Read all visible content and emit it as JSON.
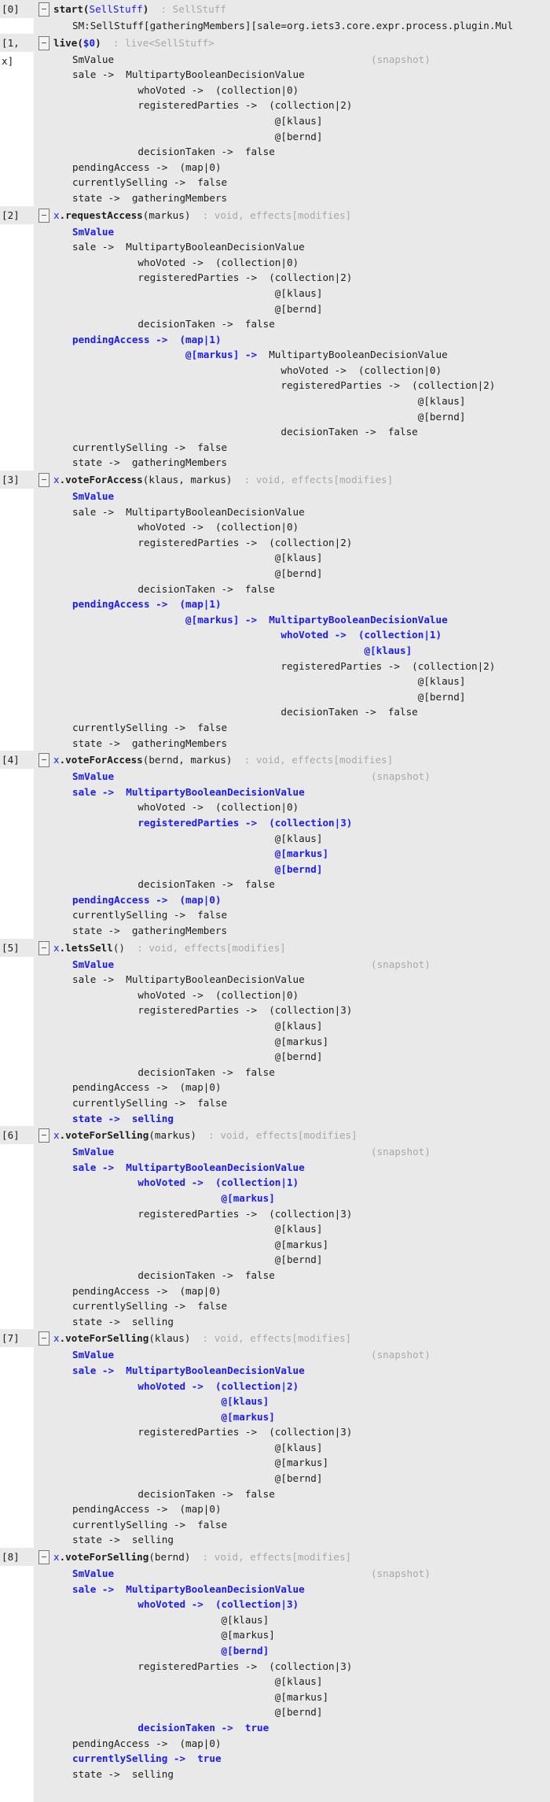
{
  "snapshot_label": "(snapshot)",
  "records": [
    {
      "label": "[0]",
      "header": [
        [
          "start(",
          "b"
        ],
        [
          "SellStuff",
          "k"
        ],
        [
          ")",
          "b"
        ],
        [
          "  : SellStuff",
          "g"
        ]
      ],
      "snapshot": false,
      "lines": [
        [
          [
            "SM:SellStuff[gatheringMembers][sale=org.iets3.core.expr.process.plugin.Mul",
            "n"
          ]
        ]
      ]
    },
    {
      "label": "[1, x]",
      "header": [
        [
          "live(",
          "b"
        ],
        [
          "$0",
          "h"
        ],
        [
          ")",
          "b"
        ],
        [
          "  : live<SellStuff>",
          "g"
        ]
      ],
      "snapshot": true,
      "lines": [
        [
          [
            "SmValue",
            "n"
          ]
        ],
        [
          [
            "sale ->  MultipartyBooleanDecisionValue",
            "n"
          ]
        ],
        [
          [
            "           whoVoted ->  (collection|0)",
            "n"
          ]
        ],
        [
          [
            "           registeredParties ->  (collection|2)",
            "n"
          ]
        ],
        [
          [
            "                                  @[klaus]",
            "n"
          ]
        ],
        [
          [
            "                                  @[bernd]",
            "n"
          ]
        ],
        [
          [
            "           decisionTaken ->  false",
            "n"
          ]
        ],
        [
          [
            "pendingAccess ->  (map|0)",
            "n"
          ]
        ],
        [
          [
            "currentlySelling ->  false",
            "n"
          ]
        ],
        [
          [
            "state ->  gatheringMembers",
            "n"
          ]
        ]
      ]
    },
    {
      "label": "[2]",
      "header": [
        [
          "x",
          "k"
        ],
        [
          ".requestAccess",
          "b"
        ],
        [
          "(markus)",
          "n"
        ],
        [
          "  : void, effects[modifies]",
          "g"
        ]
      ],
      "snapshot": false,
      "lines": [
        [
          [
            "SmValue",
            "h"
          ]
        ],
        [
          [
            "sale ->  MultipartyBooleanDecisionValue",
            "n"
          ]
        ],
        [
          [
            "           whoVoted ->  (collection|0)",
            "n"
          ]
        ],
        [
          [
            "           registeredParties ->  (collection|2)",
            "n"
          ]
        ],
        [
          [
            "                                  @[klaus]",
            "n"
          ]
        ],
        [
          [
            "                                  @[bernd]",
            "n"
          ]
        ],
        [
          [
            "           decisionTaken ->  false",
            "n"
          ]
        ],
        [
          [
            "pendingAccess ->  (map|1)",
            "h"
          ]
        ],
        [
          [
            "                   @[markus] ->  ",
            "h"
          ],
          [
            "MultipartyBooleanDecisionValue",
            "n"
          ]
        ],
        [
          [
            "                                   whoVoted ->  (collection|0)",
            "n"
          ]
        ],
        [
          [
            "                                   registeredParties ->  (collection|2)",
            "n"
          ]
        ],
        [
          [
            "                                                          @[klaus]",
            "n"
          ]
        ],
        [
          [
            "                                                          @[bernd]",
            "n"
          ]
        ],
        [
          [
            "                                   decisionTaken ->  false",
            "n"
          ]
        ],
        [
          [
            "currentlySelling ->  false",
            "n"
          ]
        ],
        [
          [
            "state ->  gatheringMembers",
            "n"
          ]
        ]
      ]
    },
    {
      "label": "[3]",
      "header": [
        [
          "x",
          "k"
        ],
        [
          ".voteForAccess",
          "b"
        ],
        [
          "(klaus, markus)",
          "n"
        ],
        [
          "  : void, effects[modifies]",
          "g"
        ]
      ],
      "snapshot": false,
      "lines": [
        [
          [
            "SmValue",
            "h"
          ]
        ],
        [
          [
            "sale ->  MultipartyBooleanDecisionValue",
            "n"
          ]
        ],
        [
          [
            "           whoVoted ->  (collection|0)",
            "n"
          ]
        ],
        [
          [
            "           registeredParties ->  (collection|2)",
            "n"
          ]
        ],
        [
          [
            "                                  @[klaus]",
            "n"
          ]
        ],
        [
          [
            "                                  @[bernd]",
            "n"
          ]
        ],
        [
          [
            "           decisionTaken ->  false",
            "n"
          ]
        ],
        [
          [
            "pendingAccess ->  (map|1)",
            "h"
          ]
        ],
        [
          [
            "                   @[markus] ->  MultipartyBooleanDecisionValue",
            "h"
          ]
        ],
        [
          [
            "                                   whoVoted ->  (collection|1)",
            "h"
          ]
        ],
        [
          [
            "                                                 @[klaus]",
            "h"
          ]
        ],
        [
          [
            "                                   registeredParties ->  (collection|2)",
            "n"
          ]
        ],
        [
          [
            "                                                          @[klaus]",
            "n"
          ]
        ],
        [
          [
            "                                                          @[bernd]",
            "n"
          ]
        ],
        [
          [
            "                                   decisionTaken ->  false",
            "n"
          ]
        ],
        [
          [
            "currentlySelling ->  false",
            "n"
          ]
        ],
        [
          [
            "state ->  gatheringMembers",
            "n"
          ]
        ]
      ]
    },
    {
      "label": "[4]",
      "header": [
        [
          "x",
          "k"
        ],
        [
          ".voteForAccess",
          "b"
        ],
        [
          "(bernd, markus)",
          "n"
        ],
        [
          "  : void, effects[modifies]",
          "g"
        ]
      ],
      "snapshot": true,
      "lines": [
        [
          [
            "SmValue",
            "h"
          ]
        ],
        [
          [
            "sale ->  MultipartyBooleanDecisionValue",
            "h"
          ]
        ],
        [
          [
            "           whoVoted ->  (collection|0)",
            "n"
          ]
        ],
        [
          [
            "           registeredParties ->  (collection|3)",
            "h"
          ]
        ],
        [
          [
            "                                  @[klaus]",
            "n"
          ]
        ],
        [
          [
            "                                  @[markus]",
            "h"
          ]
        ],
        [
          [
            "                                  @[bernd]",
            "h"
          ]
        ],
        [
          [
            "           decisionTaken ->  false",
            "n"
          ]
        ],
        [
          [
            "pendingAccess ->  (map|0)",
            "h"
          ]
        ],
        [
          [
            "currentlySelling ->  false",
            "n"
          ]
        ],
        [
          [
            "state ->  gatheringMembers",
            "n"
          ]
        ]
      ]
    },
    {
      "label": "[5]",
      "header": [
        [
          "x",
          "k"
        ],
        [
          ".letsSell",
          "b"
        ],
        [
          "()",
          "n"
        ],
        [
          "  : void, effects[modifies]",
          "g"
        ]
      ],
      "snapshot": true,
      "lines": [
        [
          [
            "SmValue",
            "h"
          ]
        ],
        [
          [
            "sale ->  MultipartyBooleanDecisionValue",
            "n"
          ]
        ],
        [
          [
            "           whoVoted ->  (collection|0)",
            "n"
          ]
        ],
        [
          [
            "           registeredParties ->  (collection|3)",
            "n"
          ]
        ],
        [
          [
            "                                  @[klaus]",
            "n"
          ]
        ],
        [
          [
            "                                  @[markus]",
            "n"
          ]
        ],
        [
          [
            "                                  @[bernd]",
            "n"
          ]
        ],
        [
          [
            "           decisionTaken ->  false",
            "n"
          ]
        ],
        [
          [
            "pendingAccess ->  (map|0)",
            "n"
          ]
        ],
        [
          [
            "currentlySelling ->  false",
            "n"
          ]
        ],
        [
          [
            "state ->  selling",
            "h"
          ]
        ]
      ]
    },
    {
      "label": "[6]",
      "header": [
        [
          "x",
          "k"
        ],
        [
          ".voteForSelling",
          "b"
        ],
        [
          "(markus)",
          "n"
        ],
        [
          "  : void, effects[modifies]",
          "g"
        ]
      ],
      "snapshot": true,
      "lines": [
        [
          [
            "SmValue",
            "h"
          ]
        ],
        [
          [
            "sale ->  MultipartyBooleanDecisionValue",
            "h"
          ]
        ],
        [
          [
            "           whoVoted ->  (collection|1)",
            "h"
          ]
        ],
        [
          [
            "                         @[markus]",
            "h"
          ]
        ],
        [
          [
            "           registeredParties ->  (collection|3)",
            "n"
          ]
        ],
        [
          [
            "                                  @[klaus]",
            "n"
          ]
        ],
        [
          [
            "                                  @[markus]",
            "n"
          ]
        ],
        [
          [
            "                                  @[bernd]",
            "n"
          ]
        ],
        [
          [
            "           decisionTaken ->  false",
            "n"
          ]
        ],
        [
          [
            "pendingAccess ->  (map|0)",
            "n"
          ]
        ],
        [
          [
            "currentlySelling ->  false",
            "n"
          ]
        ],
        [
          [
            "state ->  selling",
            "n"
          ]
        ]
      ]
    },
    {
      "label": "[7]",
      "header": [
        [
          "x",
          "k"
        ],
        [
          ".voteForSelling",
          "b"
        ],
        [
          "(klaus)",
          "n"
        ],
        [
          "  : void, effects[modifies]",
          "g"
        ]
      ],
      "snapshot": true,
      "lines": [
        [
          [
            "SmValue",
            "h"
          ]
        ],
        [
          [
            "sale ->  MultipartyBooleanDecisionValue",
            "h"
          ]
        ],
        [
          [
            "           whoVoted ->  (collection|2)",
            "h"
          ]
        ],
        [
          [
            "                         @[klaus]",
            "h"
          ]
        ],
        [
          [
            "                         @[markus]",
            "h"
          ]
        ],
        [
          [
            "           registeredParties ->  (collection|3)",
            "n"
          ]
        ],
        [
          [
            "                                  @[klaus]",
            "n"
          ]
        ],
        [
          [
            "                                  @[markus]",
            "n"
          ]
        ],
        [
          [
            "                                  @[bernd]",
            "n"
          ]
        ],
        [
          [
            "           decisionTaken ->  false",
            "n"
          ]
        ],
        [
          [
            "pendingAccess ->  (map|0)",
            "n"
          ]
        ],
        [
          [
            "currentlySelling ->  false",
            "n"
          ]
        ],
        [
          [
            "state ->  selling",
            "n"
          ]
        ]
      ]
    },
    {
      "label": "[8]",
      "header": [
        [
          "x",
          "k"
        ],
        [
          ".voteForSelling",
          "b"
        ],
        [
          "(bernd)",
          "n"
        ],
        [
          "  : void, effects[modifies]",
          "g"
        ]
      ],
      "snapshot": true,
      "lines": [
        [
          [
            "SmValue",
            "h"
          ]
        ],
        [
          [
            "sale ->  MultipartyBooleanDecisionValue",
            "h"
          ]
        ],
        [
          [
            "           whoVoted ->  (collection|3)",
            "h"
          ]
        ],
        [
          [
            "                         @[klaus]",
            "n"
          ]
        ],
        [
          [
            "                         @[markus]",
            "n"
          ]
        ],
        [
          [
            "                         @[bernd]",
            "h"
          ]
        ],
        [
          [
            "           registeredParties ->  (collection|3)",
            "n"
          ]
        ],
        [
          [
            "                                  @[klaus]",
            "n"
          ]
        ],
        [
          [
            "                                  @[markus]",
            "n"
          ]
        ],
        [
          [
            "                                  @[bernd]",
            "n"
          ]
        ],
        [
          [
            "           decisionTaken ->  true",
            "h"
          ]
        ],
        [
          [
            "pendingAccess ->  (map|0)",
            "n"
          ]
        ],
        [
          [
            "currentlySelling ->  true",
            "h"
          ]
        ],
        [
          [
            "state ->  selling",
            "n"
          ]
        ]
      ]
    }
  ]
}
